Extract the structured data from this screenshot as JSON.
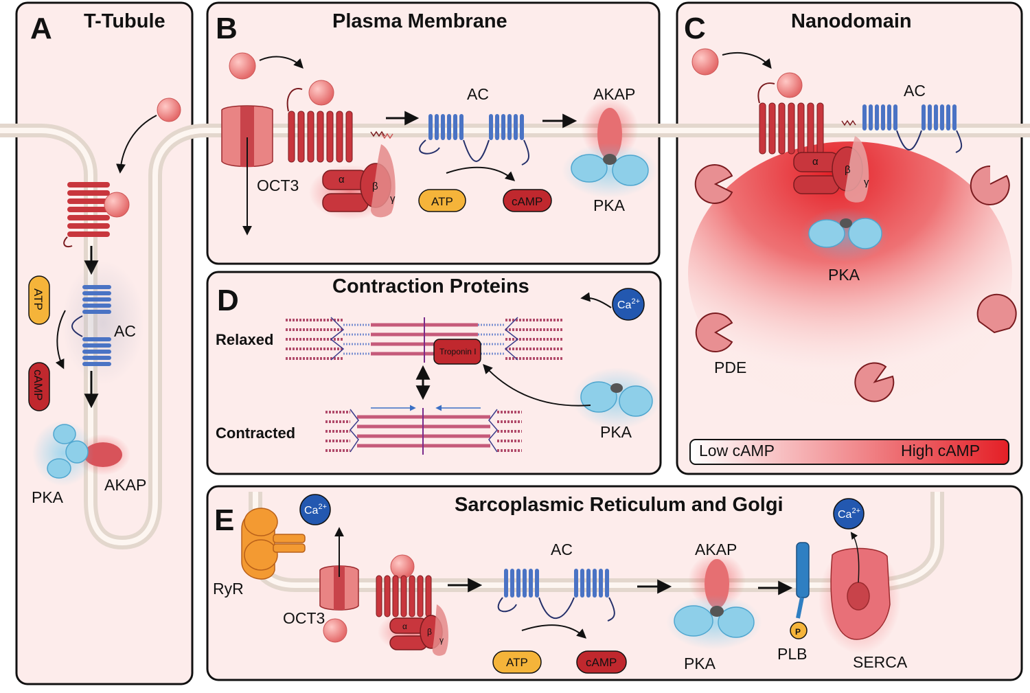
{
  "panels": {
    "A": {
      "letter": "A",
      "title": "T-Tubule"
    },
    "B": {
      "letter": "B",
      "title": "Plasma Membrane"
    },
    "C": {
      "letter": "C",
      "title": "Nanodomain"
    },
    "D": {
      "letter": "D",
      "title": "Contraction Proteins"
    },
    "E": {
      "letter": "E",
      "title": "Sarcoplasmic Reticulum and Golgi"
    }
  },
  "labels": {
    "ac": "AC",
    "akap": "AKAP",
    "pka": "PKA",
    "oct3": "OCT3",
    "atp": "ATP",
    "camp": "cAMP",
    "pde": "PDE",
    "relaxed": "Relaxed",
    "contracted": "Contracted",
    "troponin": "Troponin I",
    "ryr": "RyR",
    "plb": "PLB",
    "serca": "SERCA",
    "alpha": "α",
    "beta": "β",
    "gamma": "γ",
    "ca": "Ca",
    "ca_charge": "2+",
    "phospho": "P"
  },
  "gradient_bar": {
    "low": "Low cAMP",
    "high": "High cAMP"
  },
  "colors": {
    "panel_bg": "#fdeceb",
    "membrane": "#e6dcd3",
    "receptor": "#c8363d",
    "ac": "#4a73c4",
    "pka": "#8ecfe9",
    "atp": "#f5b43a",
    "camp": "#c0282e",
    "ligand": "#f08a8a",
    "calcium": "#2358b0",
    "ryr": "#f39a32"
  }
}
